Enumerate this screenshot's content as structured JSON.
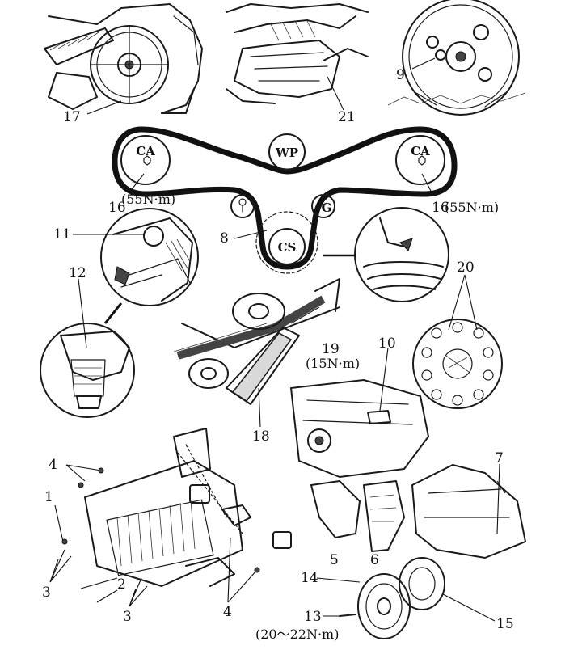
{
  "pulleys": {
    "ca_left": "CA",
    "wp": "WP",
    "ca_right": "CA",
    "cs": "CS",
    "g": "G"
  },
  "torques": {
    "t16_left": "(55N·m)",
    "t16_right": "(55N·m)",
    "t19": "(15N·m)",
    "t13": "(20～22N·m)"
  },
  "callouts": {
    "n17": "17",
    "n21": "21",
    "n9": "9",
    "n16a": "16",
    "n16b": "16",
    "n8": "8",
    "n11": "11",
    "n12": "12",
    "n20": "20",
    "n19": "19",
    "n10": "10",
    "n18": "18",
    "n4a": "4",
    "n1": "1",
    "n3a": "3",
    "n2": "2",
    "n3b": "3",
    "n4b": "4",
    "n7": "7",
    "n5": "5",
    "n6": "6",
    "n14": "14",
    "n13": "13",
    "n15": "15"
  },
  "colors": {
    "ink": "#1a1a1a",
    "paper": "#ffffff"
  }
}
